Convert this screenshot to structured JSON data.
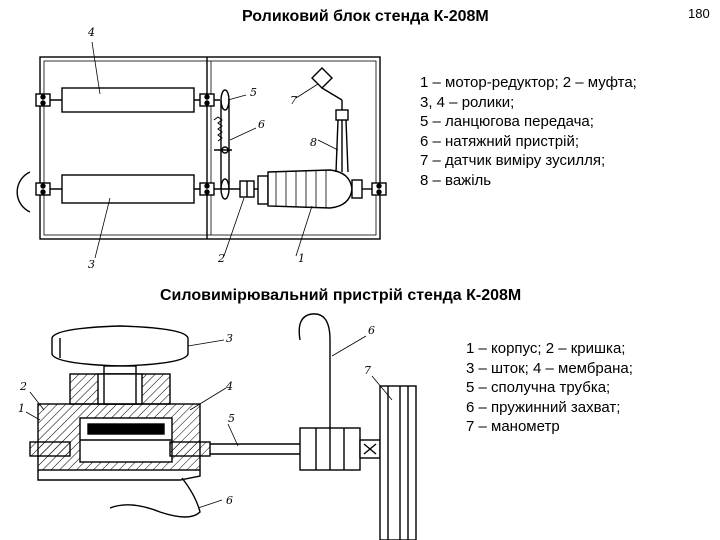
{
  "page_number": "180",
  "section1": {
    "title": "Роликовий блок стенда К-208М",
    "legend": [
      "1 – мотор-редуктор; 2 – муфта;",
      "3, 4 – ролики;",
      "5 – ланцюгова передача;",
      "6 – натяжний пристрій;",
      "7 – датчик виміру зусилля;",
      "8 – важіль"
    ],
    "callouts": [
      "1",
      "2",
      "3",
      "4",
      "5",
      "6",
      "7",
      "8"
    ]
  },
  "section2": {
    "title": "Силовимірювальний пристрій стенда К-208М",
    "legend": [
      "1 – корпус; 2 – кришка;",
      "3 – шток; 4 – мембрана;",
      "5 – сполучна трубка;",
      "6 – пружинний захват;",
      "7 – манометр"
    ],
    "callouts": [
      "1",
      "2",
      "3",
      "4",
      "5",
      "6",
      "7"
    ]
  }
}
